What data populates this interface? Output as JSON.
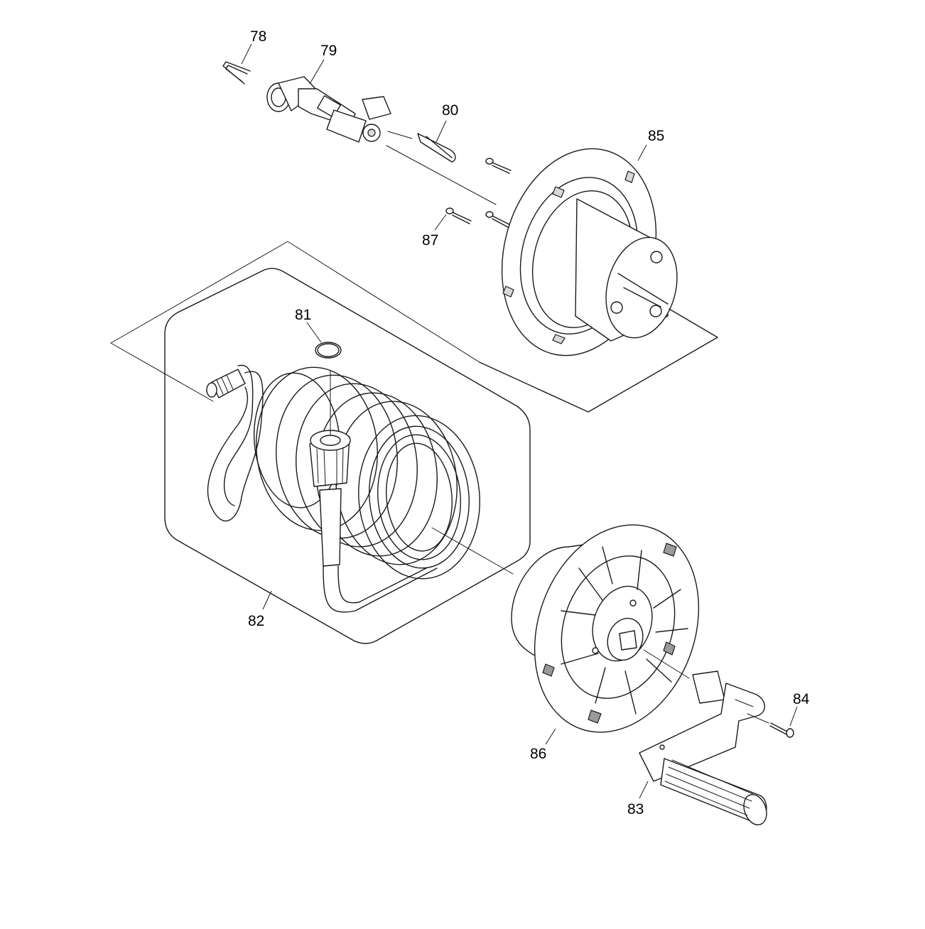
{
  "diagram": {
    "labels": {
      "p78": "78",
      "p79": "79",
      "p80": "80",
      "p81": "81",
      "p82": "82",
      "p83": "83",
      "p84": "84",
      "p85": "85",
      "p86": "86",
      "p87": "87"
    },
    "colors": {
      "line": "#1a1a1a",
      "background": "#ffffff",
      "light_fill": "#d9d9d9",
      "dark_fill": "#9a9a9a"
    }
  }
}
